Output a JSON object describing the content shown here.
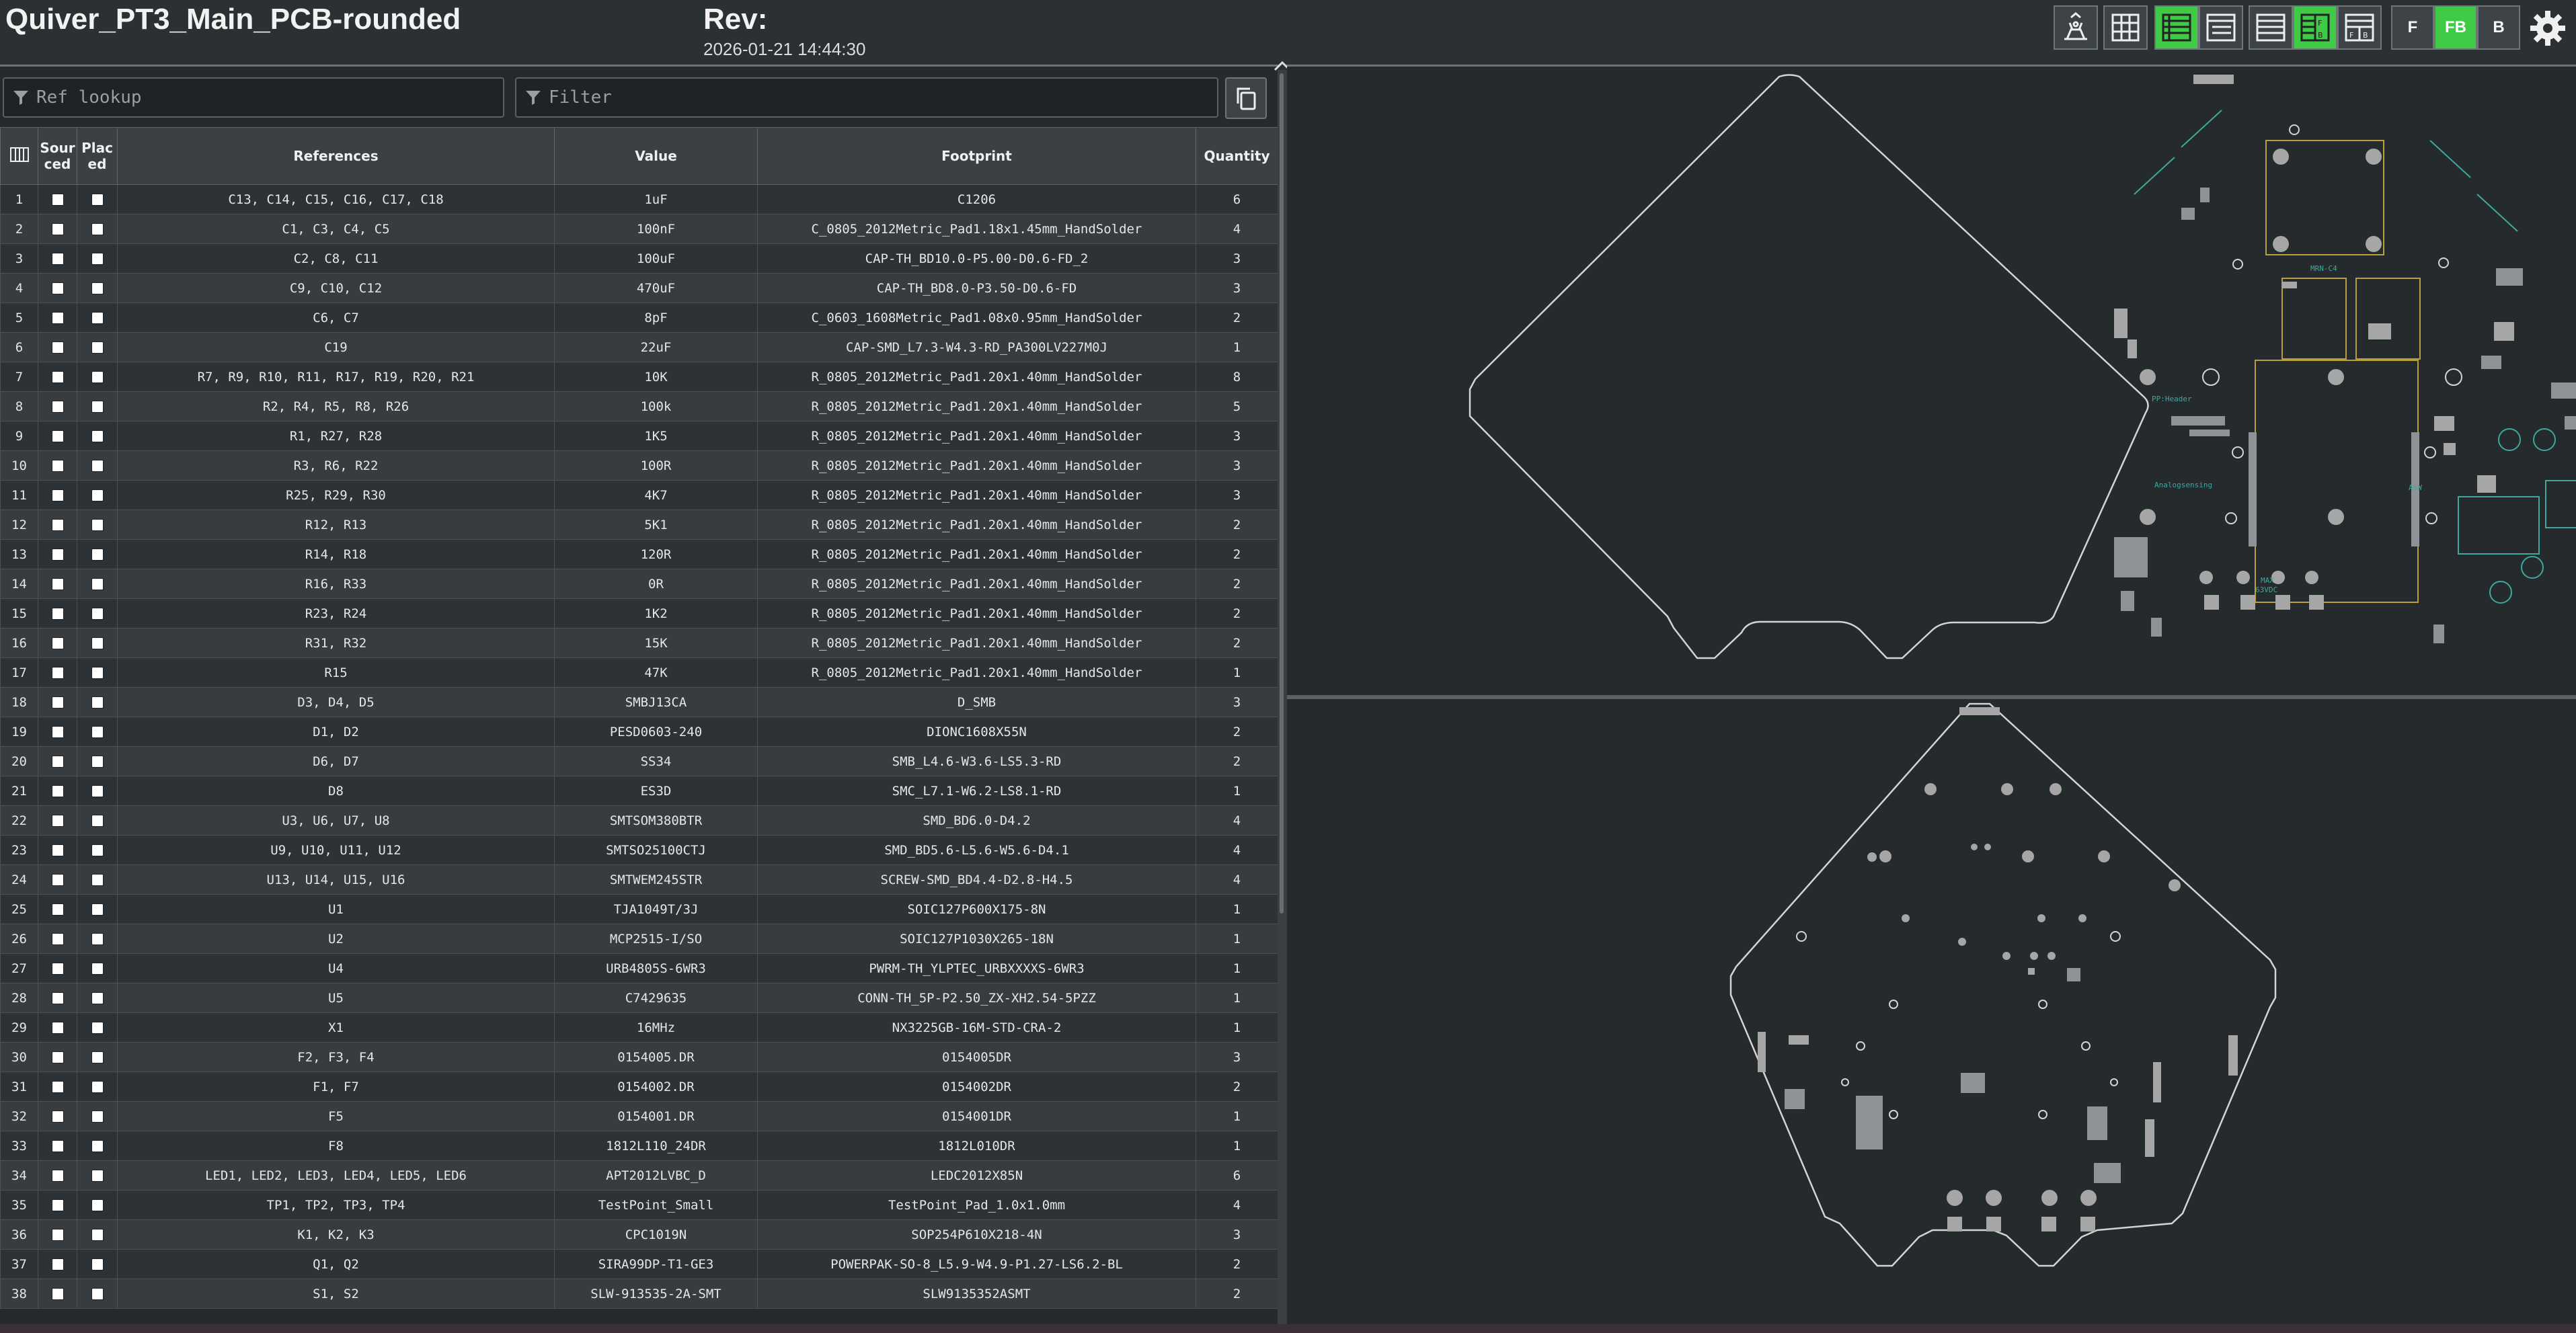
{
  "app": {
    "title": "Quiver_PT3_Main_PCB-rounded",
    "rev_label": "Rev:",
    "rev_date": "2026-01-21 14:44:30"
  },
  "toolbar": {
    "layer_toggles": [
      {
        "label": "F",
        "active": false
      },
      {
        "label": "FB",
        "active": true
      },
      {
        "label": "B",
        "active": false
      }
    ]
  },
  "search": {
    "ref_placeholder": "Ref lookup",
    "filter_placeholder": "Filter"
  },
  "table": {
    "headers": {
      "sourced": "Sour ced",
      "placed": "Plac ed",
      "references": "References",
      "value": "Value",
      "footprint": "Footprint",
      "quantity": "Quantity"
    },
    "rows": [
      {
        "n": "1",
        "refs": "C13, C14, C15, C16, C17, C18",
        "value": "1uF",
        "footprint": "C1206",
        "qty": "6"
      },
      {
        "n": "2",
        "refs": "C1, C3, C4, C5",
        "value": "100nF",
        "footprint": "C_0805_2012Metric_Pad1.18x1.45mm_HandSolder",
        "qty": "4"
      },
      {
        "n": "3",
        "refs": "C2, C8, C11",
        "value": "100uF",
        "footprint": "CAP-TH_BD10.0-P5.00-D0.6-FD_2",
        "qty": "3"
      },
      {
        "n": "4",
        "refs": "C9, C10, C12",
        "value": "470uF",
        "footprint": "CAP-TH_BD8.0-P3.50-D0.6-FD",
        "qty": "3"
      },
      {
        "n": "5",
        "refs": "C6, C7",
        "value": "8pF",
        "footprint": "C_0603_1608Metric_Pad1.08x0.95mm_HandSolder",
        "qty": "2"
      },
      {
        "n": "6",
        "refs": "C19",
        "value": "22uF",
        "footprint": "CAP-SMD_L7.3-W4.3-RD_PA300LV227M0J",
        "qty": "1"
      },
      {
        "n": "7",
        "refs": "R7, R9, R10, R11, R17, R19, R20, R21",
        "value": "10K",
        "footprint": "R_0805_2012Metric_Pad1.20x1.40mm_HandSolder",
        "qty": "8"
      },
      {
        "n": "8",
        "refs": "R2, R4, R5, R8, R26",
        "value": "100k",
        "footprint": "R_0805_2012Metric_Pad1.20x1.40mm_HandSolder",
        "qty": "5"
      },
      {
        "n": "9",
        "refs": "R1, R27, R28",
        "value": "1K5",
        "footprint": "R_0805_2012Metric_Pad1.20x1.40mm_HandSolder",
        "qty": "3"
      },
      {
        "n": "10",
        "refs": "R3, R6, R22",
        "value": "100R",
        "footprint": "R_0805_2012Metric_Pad1.20x1.40mm_HandSolder",
        "qty": "3"
      },
      {
        "n": "11",
        "refs": "R25, R29, R30",
        "value": "4K7",
        "footprint": "R_0805_2012Metric_Pad1.20x1.40mm_HandSolder",
        "qty": "3"
      },
      {
        "n": "12",
        "refs": "R12, R13",
        "value": "5K1",
        "footprint": "R_0805_2012Metric_Pad1.20x1.40mm_HandSolder",
        "qty": "2"
      },
      {
        "n": "13",
        "refs": "R14, R18",
        "value": "120R",
        "footprint": "R_0805_2012Metric_Pad1.20x1.40mm_HandSolder",
        "qty": "2"
      },
      {
        "n": "14",
        "refs": "R16, R33",
        "value": "0R",
        "footprint": "R_0805_2012Metric_Pad1.20x1.40mm_HandSolder",
        "qty": "2"
      },
      {
        "n": "15",
        "refs": "R23, R24",
        "value": "1K2",
        "footprint": "R_0805_2012Metric_Pad1.20x1.40mm_HandSolder",
        "qty": "2"
      },
      {
        "n": "16",
        "refs": "R31, R32",
        "value": "15K",
        "footprint": "R_0805_2012Metric_Pad1.20x1.40mm_HandSolder",
        "qty": "2"
      },
      {
        "n": "17",
        "refs": "R15",
        "value": "47K",
        "footprint": "R_0805_2012Metric_Pad1.20x1.40mm_HandSolder",
        "qty": "1"
      },
      {
        "n": "18",
        "refs": "D3, D4, D5",
        "value": "SMBJ13CA",
        "footprint": "D_SMB",
        "qty": "3"
      },
      {
        "n": "19",
        "refs": "D1, D2",
        "value": "PESD0603-240",
        "footprint": "DIONC1608X55N",
        "qty": "2"
      },
      {
        "n": "20",
        "refs": "D6, D7",
        "value": "SS34",
        "footprint": "SMB_L4.6-W3.6-LS5.3-RD",
        "qty": "2"
      },
      {
        "n": "21",
        "refs": "D8",
        "value": "ES3D",
        "footprint": "SMC_L7.1-W6.2-LS8.1-RD",
        "qty": "1"
      },
      {
        "n": "22",
        "refs": "U3, U6, U7, U8",
        "value": "SMTSOM380BTR",
        "footprint": "SMD_BD6.0-D4.2",
        "qty": "4"
      },
      {
        "n": "23",
        "refs": "U9, U10, U11, U12",
        "value": "SMTSO25100CTJ",
        "footprint": "SMD_BD5.6-L5.6-W5.6-D4.1",
        "qty": "4"
      },
      {
        "n": "24",
        "refs": "U13, U14, U15, U16",
        "value": "SMTWEM245STR",
        "footprint": "SCREW-SMD_BD4.4-D2.8-H4.5",
        "qty": "4"
      },
      {
        "n": "25",
        "refs": "U1",
        "value": "TJA1049T/3J",
        "footprint": "SOIC127P600X175-8N",
        "qty": "1"
      },
      {
        "n": "26",
        "refs": "U2",
        "value": "MCP2515-I/SO",
        "footprint": "SOIC127P1030X265-18N",
        "qty": "1"
      },
      {
        "n": "27",
        "refs": "U4",
        "value": "URB4805S-6WR3",
        "footprint": "PWRM-TH_YLPTEC_URBXXXXS-6WR3",
        "qty": "1"
      },
      {
        "n": "28",
        "refs": "U5",
        "value": "C7429635",
        "footprint": "CONN-TH_5P-P2.50_ZX-XH2.54-5PZZ",
        "qty": "1"
      },
      {
        "n": "29",
        "refs": "X1",
        "value": "16MHz",
        "footprint": "NX3225GB-16M-STD-CRA-2",
        "qty": "1"
      },
      {
        "n": "30",
        "refs": "F2, F3, F4",
        "value": "0154005.DR",
        "footprint": "0154005DR",
        "qty": "3"
      },
      {
        "n": "31",
        "refs": "F1, F7",
        "value": "0154002.DR",
        "footprint": "0154002DR",
        "qty": "2"
      },
      {
        "n": "32",
        "refs": "F5",
        "value": "0154001.DR",
        "footprint": "0154001DR",
        "qty": "1"
      },
      {
        "n": "33",
        "refs": "F8",
        "value": "1812L110_24DR",
        "footprint": "1812L010DR",
        "qty": "1"
      },
      {
        "n": "34",
        "refs": "LED1, LED2, LED3, LED4, LED5, LED6",
        "value": "APT2012LVBC_D",
        "footprint": "LEDC2012X85N",
        "qty": "6"
      },
      {
        "n": "35",
        "refs": "TP1, TP2, TP3, TP4",
        "value": "TestPoint_Small",
        "footprint": "TestPoint_Pad_1.0x1.0mm",
        "qty": "4"
      },
      {
        "n": "36",
        "refs": "K1, K2, K3",
        "value": "CPC1019N",
        "footprint": "SOP254P610X218-4N",
        "qty": "3"
      },
      {
        "n": "37",
        "refs": "Q1, Q2",
        "value": "SIRA99DP-T1-GE3",
        "footprint": "POWERPAK-SO-8_L5.9-W4.9-P1.27-LS6.2-BL",
        "qty": "2"
      },
      {
        "n": "38",
        "refs": "S1, S2",
        "value": "SLW-913535-2A-SMT",
        "footprint": "SLW9135352ASMT",
        "qty": "2"
      }
    ]
  },
  "pcb": {
    "front_labels": [
      "MRN-C4",
      "PP:Header",
      "Analogsensing",
      "ASW",
      "MAX",
      "63VDC"
    ],
    "colors": {
      "outline": "#d4d4d4",
      "silk": "#3fa89c",
      "fab": "#b89e3c",
      "pad": "#a6a6a6",
      "background": "#252a2d",
      "accent_green": "#3fcb45"
    }
  }
}
